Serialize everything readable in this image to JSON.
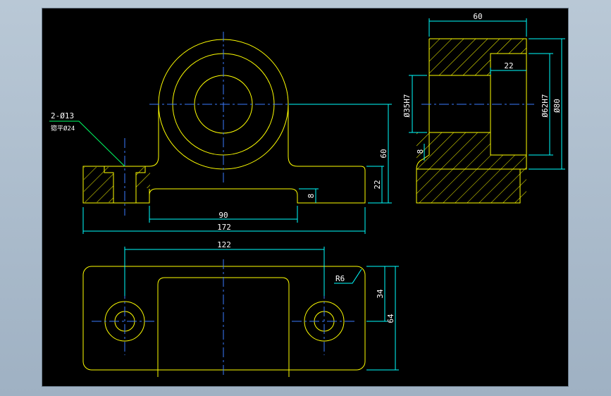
{
  "colors": {
    "background": "#000000",
    "outline": "#ffff00",
    "dimension": "#00ffff",
    "centerline": "#3a7bff",
    "hatch": "#ffff00",
    "leader": "#00ff66",
    "frame": "#9fb1c3"
  },
  "front_view": {
    "hole_callout": "2-Ø13",
    "counterbore": "锪平Ø24",
    "dim_total_width": "172",
    "dim_base_width": "90",
    "dim_height": "60",
    "dim_base_height": "22",
    "dim_relief": "8"
  },
  "side_view": {
    "dim_width": "60",
    "dim_bore_depth": "22",
    "dim_inner_bore": "Ø35H7",
    "dim_outer_bore": "Ø62H7",
    "dim_outer": "Ø80",
    "dim_step": "8"
  },
  "top_view": {
    "dim_hole_spacing": "122",
    "dim_half_depth": "34",
    "dim_depth": "64",
    "corner_radius": "R6"
  }
}
